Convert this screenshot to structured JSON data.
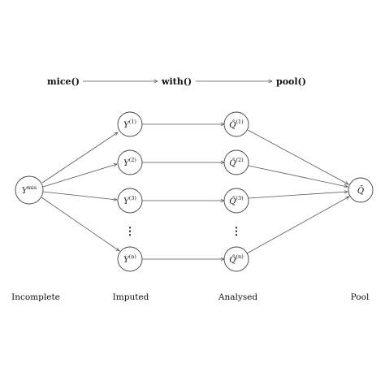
{
  "pipeline": {
    "mice_label": "mice()",
    "with_label": "with()",
    "pool_label": "pool()"
  },
  "nodes": {
    "ymis": {
      "base": "Y",
      "sup": "mis"
    },
    "imputed": [
      {
        "base": "Y",
        "sup": "(1)"
      },
      {
        "base": "Y",
        "sup": "(2)"
      },
      {
        "base": "Y",
        "sup": "(3)"
      },
      {
        "base": "Y",
        "sup": "(n)"
      }
    ],
    "analysed": [
      {
        "base": "Q̂",
        "sup": "(1)"
      },
      {
        "base": "Q̂",
        "sup": "(2)"
      },
      {
        "base": "Q̂",
        "sup": "(3)"
      },
      {
        "base": "Q̂",
        "sup": "(n)"
      }
    ],
    "pooled": {
      "base": "Q̄"
    },
    "ellipsis": "⋮"
  },
  "stages": {
    "incomplete": "Incomplete",
    "imputed": "Imputed",
    "analysed": "Analysed",
    "pool": "Pool"
  },
  "icons": {
    "arrowhead": "arrowhead-icon"
  },
  "colors": {
    "stroke": "#555555",
    "text": "#111111"
  }
}
